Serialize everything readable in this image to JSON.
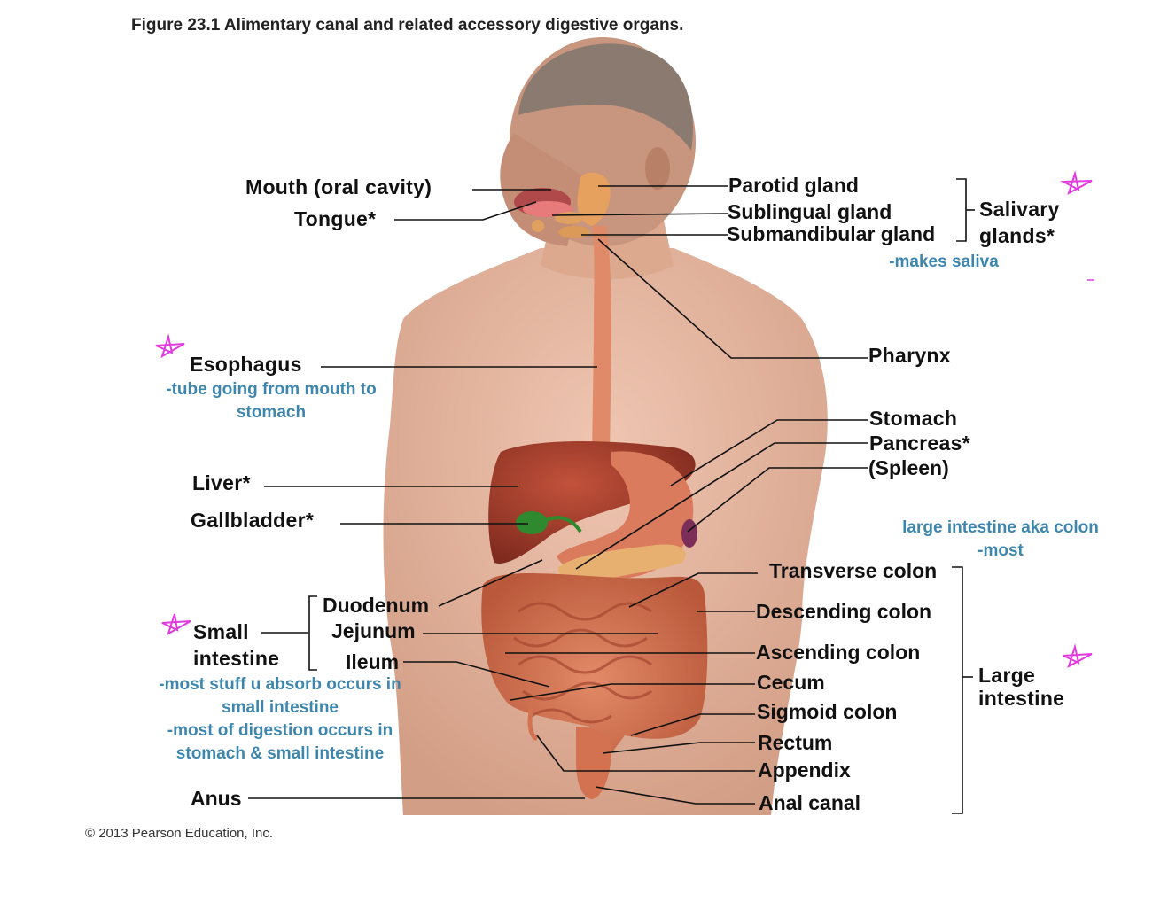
{
  "figure": {
    "title": "Figure 23.1  Alimentary canal and related accessory digestive organs.",
    "copyright": "© 2013 Pearson Education, Inc."
  },
  "labels_left": {
    "mouth": "Mouth (oral cavity)",
    "tongue": "Tongue*",
    "esophagus": "Esophagus",
    "liver": "Liver*",
    "gallbladder": "Gallbladder*",
    "small_intestine_line1": "Small",
    "small_intestine_line2": "intestine",
    "duodenum": "Duodenum",
    "jejunum": "Jejunum",
    "ileum": "Ileum",
    "anus": "Anus"
  },
  "labels_right": {
    "parotid": "Parotid gland",
    "sublingual": "Sublingual gland",
    "submandibular": "Submandibular gland",
    "salivary_line1": "Salivary",
    "salivary_line2": "glands*",
    "pharynx": "Pharynx",
    "stomach": "Stomach",
    "pancreas": "Pancreas*",
    "spleen": "(Spleen)",
    "transverse_colon": "Transverse colon",
    "descending_colon": "Descending colon",
    "ascending_colon": "Ascending colon",
    "cecum": "Cecum",
    "sigmoid_colon": "Sigmoid colon",
    "rectum": "Rectum",
    "appendix": "Appendix",
    "anal_canal": "Anal canal",
    "large_intestine_line1": "Large",
    "large_intestine_line2": "intestine"
  },
  "notes": {
    "saliva": "-makes saliva",
    "esophagus_1": "-tube going from mouth to",
    "esophagus_2": "stomach",
    "large_int_1": "large intestine aka colon",
    "large_int_2": "-most",
    "small_int_1": "-most stuff u absorb occurs in",
    "small_int_2": "small intestine",
    "small_int_3": "-most of digestion occurs in",
    "small_int_4": "stomach & small intestine"
  },
  "colors": {
    "note_blue": "#3d86ad",
    "star_pink": "#e13be0",
    "skin": "#e6b299",
    "organ": "#c96a4a",
    "liver": "#9c3a2a",
    "gallbladder": "#2f8a2f"
  }
}
